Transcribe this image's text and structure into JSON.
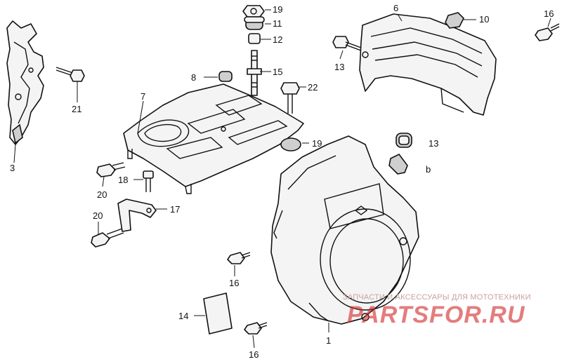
{
  "diagram": {
    "callouts": [
      {
        "id": "c1",
        "label": "1"
      },
      {
        "id": "c3",
        "label": "3"
      },
      {
        "id": "c6",
        "label": "6"
      },
      {
        "id": "c7",
        "label": "7"
      },
      {
        "id": "c8",
        "label": "8"
      },
      {
        "id": "c10",
        "label": "10"
      },
      {
        "id": "c11",
        "label": "11"
      },
      {
        "id": "c12",
        "label": "12"
      },
      {
        "id": "c13a",
        "label": "13"
      },
      {
        "id": "c13b",
        "label": "13"
      },
      {
        "id": "c14",
        "label": "14"
      },
      {
        "id": "c15",
        "label": "15"
      },
      {
        "id": "c16a",
        "label": "16"
      },
      {
        "id": "c16b",
        "label": "16"
      },
      {
        "id": "c16c",
        "label": "16"
      },
      {
        "id": "c17",
        "label": "17"
      },
      {
        "id": "c18",
        "label": "18"
      },
      {
        "id": "c19a",
        "label": "19"
      },
      {
        "id": "c19b",
        "label": "19"
      },
      {
        "id": "c20a",
        "label": "20"
      },
      {
        "id": "c20b",
        "label": "20"
      },
      {
        "id": "c21",
        "label": "21"
      },
      {
        "id": "c22",
        "label": "22"
      },
      {
        "id": "c6b",
        "label": "b"
      }
    ]
  },
  "watermark": {
    "tagline": "ЗАПЧАСТИ И АКСЕССУАРЫ ДЛЯ МОТОТЕХНИКИ",
    "brand": "PARTSFOR.RU",
    "color": "#d22828"
  }
}
